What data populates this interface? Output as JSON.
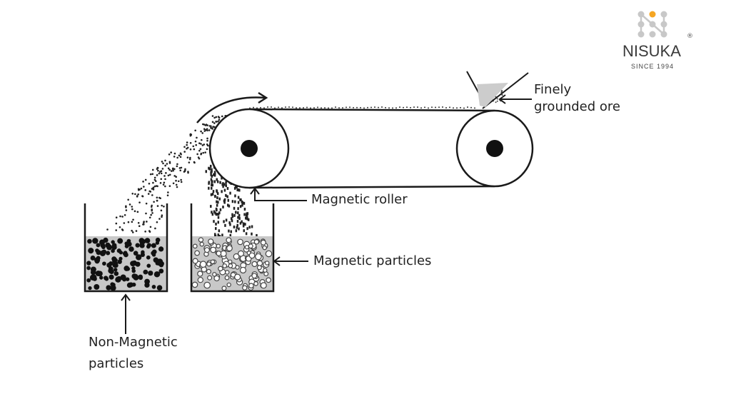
{
  "labels": {
    "ore": [
      "Finely",
      "grounded ore"
    ],
    "roller": "Magnetic roller",
    "magnetic": "Magnetic particles",
    "non_magnetic": [
      "Non-Magnetic",
      "particles"
    ]
  },
  "logo": {
    "name": "NISUKA",
    "registered": "®",
    "tagline": "SINCE 1994",
    "accent_color": "#f5a623",
    "dot_color": "#c8c8c8"
  },
  "colors": {
    "line": "#1a1a1a",
    "fill": "#c8c8c8"
  }
}
